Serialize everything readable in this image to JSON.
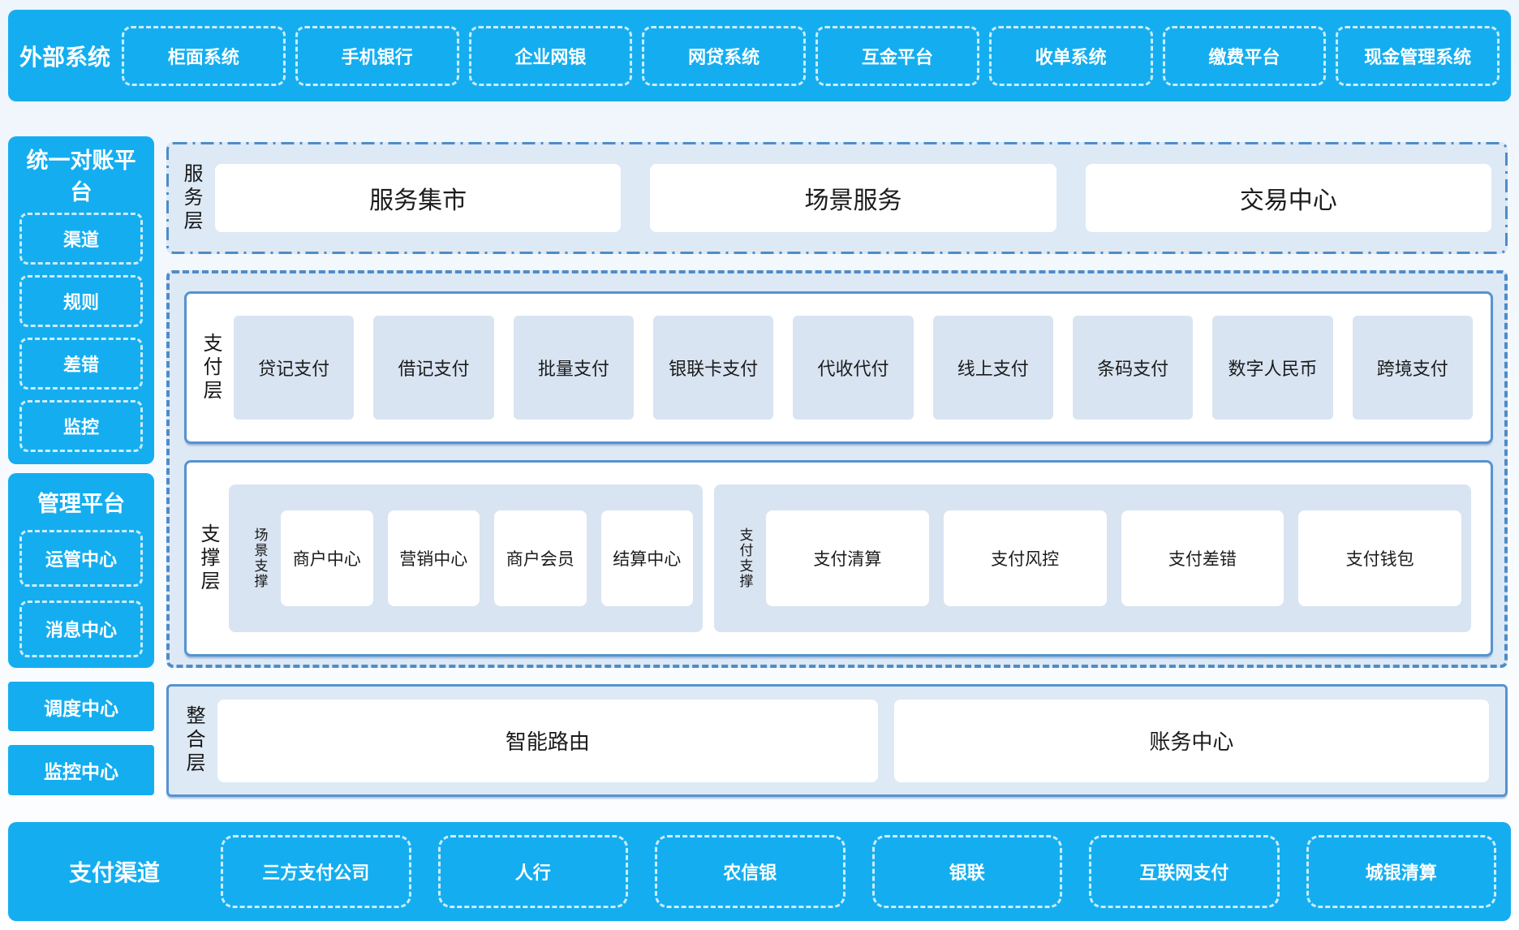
{
  "colors": {
    "accent_blue": "#14AEF0",
    "panel_light_blue": "#DDE9F5",
    "item_light_blue": "#D9E4F2",
    "solid_border_blue": "#5793D0",
    "dashed_border_blue": "#4E8CC8",
    "white_dash_border": "rgba(255,255,255,0.78)"
  },
  "external_systems": {
    "title": "外部系统",
    "items": [
      "柜面系统",
      "手机银行",
      "企业网银",
      "网贷系统",
      "互金平台",
      "收单系统",
      "缴费平台",
      "现金管理系统"
    ]
  },
  "sidebar": {
    "reconciliation": {
      "title": "统一对账平台",
      "items": [
        "渠道",
        "规则",
        "差错",
        "监控"
      ]
    },
    "management": {
      "title": "管理平台",
      "items": [
        "运管中心",
        "消息中心"
      ]
    },
    "standalone": [
      "调度中心",
      "监控中心"
    ]
  },
  "service_layer": {
    "label": "服务层",
    "items": [
      "服务集市",
      "场景服务",
      "交易中心"
    ]
  },
  "payment_layer": {
    "label": "支付层",
    "items": [
      "贷记支付",
      "借记支付",
      "批量支付",
      "银联卡支付",
      "代收代付",
      "线上支付",
      "条码支付",
      "数字人民币",
      "跨境支付"
    ]
  },
  "support_layer": {
    "label": "支撑层",
    "groups": [
      {
        "label": "场景支撑",
        "items": [
          "商户中心",
          "营销中心",
          "商户会员",
          "结算中心"
        ]
      },
      {
        "label": "支付支撑",
        "items": [
          "支付清算",
          "支付风控",
          "支付差错",
          "支付钱包"
        ]
      }
    ]
  },
  "integration_layer": {
    "label": "整合层",
    "items": [
      "智能路由",
      "账务中心"
    ]
  },
  "payment_channels": {
    "title": "支付渠道",
    "items": [
      "三方支付公司",
      "人行",
      "农信银",
      "银联",
      "互联网支付",
      "城银清算"
    ]
  }
}
